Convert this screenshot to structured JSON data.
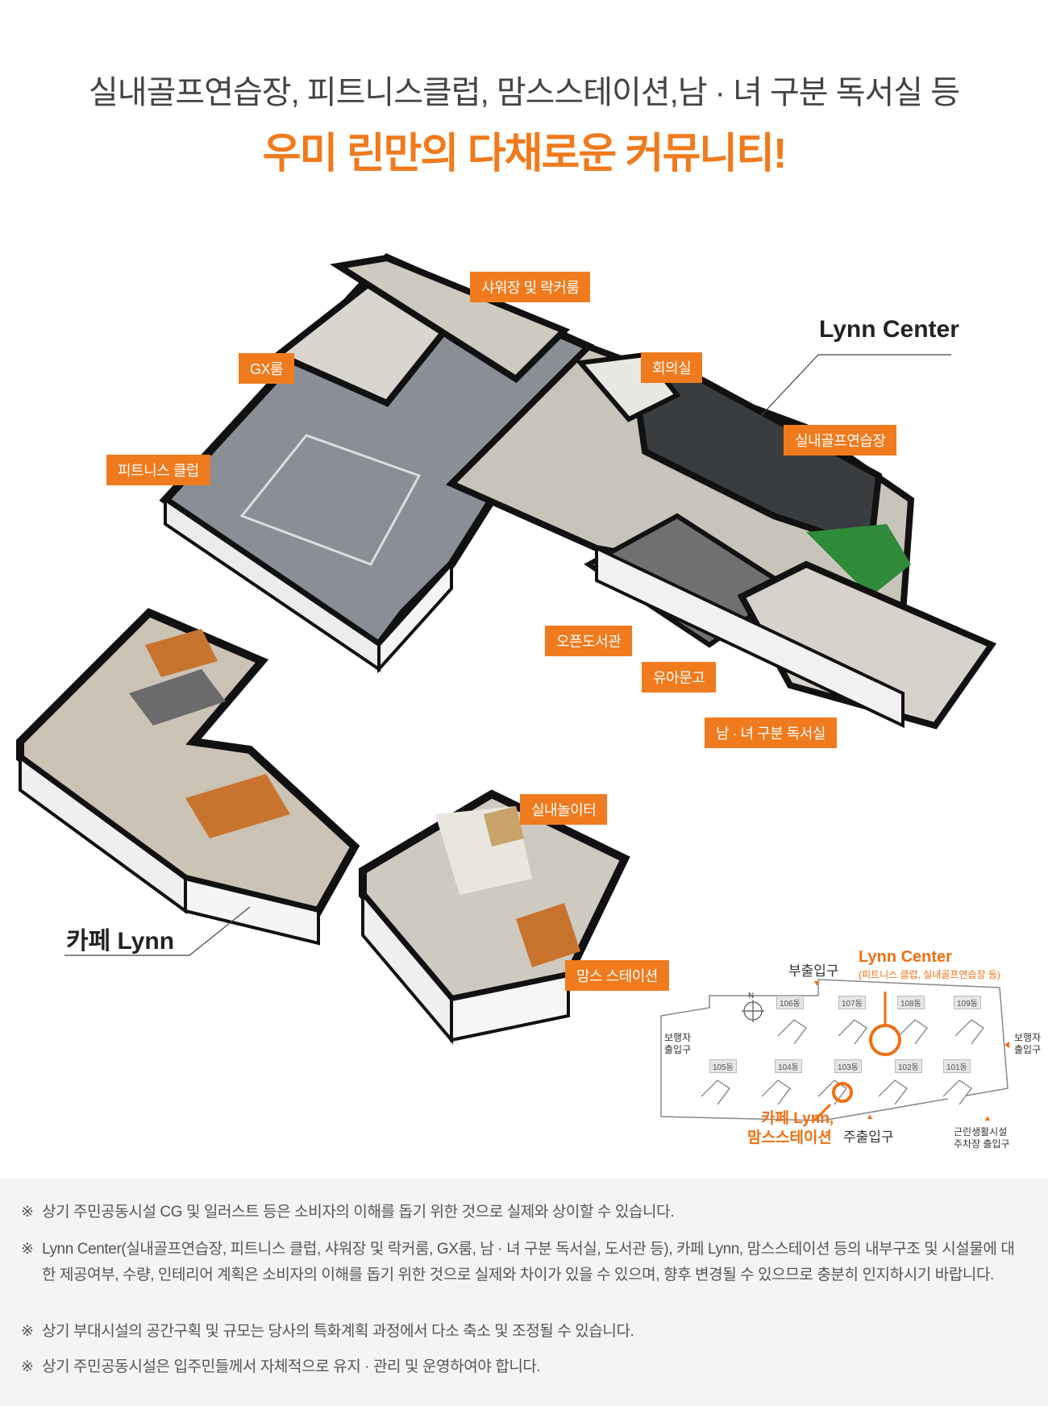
{
  "headline": {
    "line1": "실내골프연습장, 피트니스클럽, 맘스스테이션,남 · 녀 구분 독서실 등",
    "line2": "우미 린만의 다채로운 커뮤니티!"
  },
  "facility_tags": {
    "shower": "샤워장 및 락커룸",
    "gx": "GX룸",
    "meeting": "회의실",
    "golf": "실내골프연습장",
    "fitness": "피트니스 클럽",
    "library": "오픈도서관",
    "toy": "유아문고",
    "reading": "남 · 녀 구분 독서실",
    "playroom": "실내놀이터",
    "moms": "맘스 스테이션"
  },
  "building_labels": {
    "lynn_center": "Lynn Center",
    "cafe": "카페 Lynn"
  },
  "site_map": {
    "lynn_center_title": "Lynn Center",
    "lynn_center_sub": "(피트니스 클럽, 실내골프연습장 등)",
    "sub_entrance": "부출입구",
    "main_entrance": "주출입구",
    "ped_left_1": "보행자",
    "ped_left_2": "출입구",
    "ped_right_1": "보행자",
    "ped_right_2": "출입구",
    "retail_1": "근린생활시설",
    "retail_2": "주차장 출입구",
    "cafe_moms_1": "카페 Lynn,",
    "cafe_moms_2": "맘스스테이션",
    "north": "N",
    "buildings": [
      "106동",
      "107동",
      "108동",
      "109동",
      "105동",
      "104동",
      "103동",
      "102동",
      "101동"
    ]
  },
  "notes": [
    {
      "mark": "※",
      "text": "상기 주민공동시설 CG 및 일러스트 등은 소비자의 이해를 돕기 위한 것으로 실제와 상이할 수 있습니다."
    },
    {
      "mark": "※",
      "text": "Lynn Center(실내골프연습장, 피트니스 클럽, 샤워장 및 락커룸, GX룸, 남 · 녀 구분 독서실, 도서관 등), 카페 Lynn, 맘스스테이션 등의 내부구조 및 시설물에 대한 제공여부, 수량, 인테리어 계획은  소비자의 이해를 돕기 위한 것으로 실제와 차이가 있을 수 있으며, 향후 변경될 수 있으므로 충분히 인지하시기 바랍니다."
    },
    {
      "mark": "※",
      "text": "상기 부대시설의 공간구획 및 규모는 당사의 특화계획 과정에서 다소 축소 및 조정될 수 있습니다."
    },
    {
      "mark": "※",
      "text": "상기 주민공동시설은 입주민들께서 자체적으로 유지 · 관리 및 운영하여야 합니다."
    }
  ],
  "colors": {
    "accent": "#f07b1e",
    "wall": "#1a1a1a",
    "floor": "#c9c4ba"
  }
}
